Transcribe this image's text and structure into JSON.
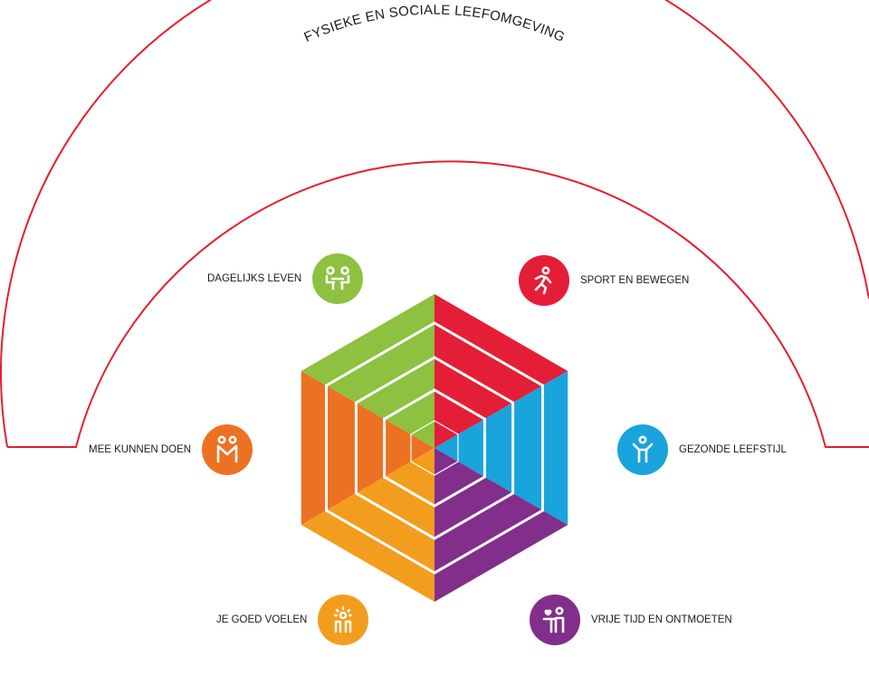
{
  "arc_title": "FYSIEKE EN SOCIALE LEEFOMGEVING",
  "colors": {
    "arc": "#e3202e",
    "sport": "#e41e36",
    "leefstijl": "#1aa4dc",
    "vrije_tijd": "#822e8b",
    "goed_voelen": "#f39d1f",
    "mee_doen": "#ed7123",
    "dagelijks": "#8dc13f"
  },
  "domains": {
    "dagelijks_leven": {
      "label": "DAGELIJKS LEVEN",
      "icon": "people-at-table-icon"
    },
    "sport_en_bewegen": {
      "label": "SPORT EN BEWEGEN",
      "icon": "running-person-icon"
    },
    "mee_kunnen_doen": {
      "label": "MEE KUNNEN DOEN",
      "icon": "two-people-icon"
    },
    "gezonde_leefstijl": {
      "label": "GEZONDE LEEFSTIJL",
      "icon": "person-arms-raised-icon"
    },
    "je_goed_voelen": {
      "label": "JE GOED VOELEN",
      "icon": "radiant-people-icon"
    },
    "vrije_tijd_en_ontmoeten": {
      "label": "VRIJE TIJD EN ONTMOETEN",
      "icon": "people-with-heart-icon"
    }
  }
}
